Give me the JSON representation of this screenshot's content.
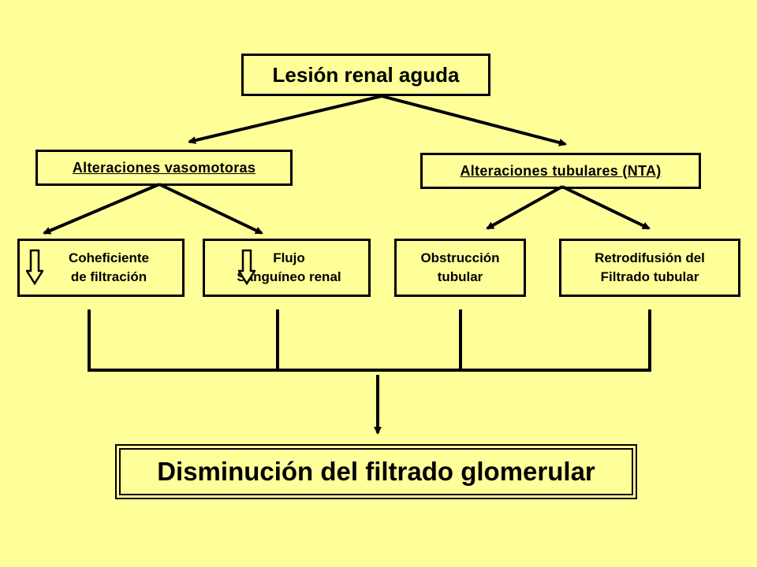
{
  "diagram": {
    "root": "Lesión renal aguda",
    "categories": [
      {
        "label": "Alteraciones vasomotoras"
      },
      {
        "label": "Alteraciones tubulares (NTA)"
      }
    ],
    "leaves": [
      {
        "line1": "Coheficiente",
        "line2": "de filtración",
        "indicator": "down-arrow-icon"
      },
      {
        "line1": "Flujo",
        "line2": "Sanguíneo renal",
        "indicator": "down-arrow-icon"
      },
      {
        "line1": "Obstrucción",
        "line2": "tubular"
      },
      {
        "line1": "Retrodifusión del",
        "line2": "Filtrado tubular"
      }
    ],
    "result": "Disminución del filtrado glomerular"
  },
  "colors": {
    "background": "#FFFF99",
    "stroke": "#000000"
  }
}
